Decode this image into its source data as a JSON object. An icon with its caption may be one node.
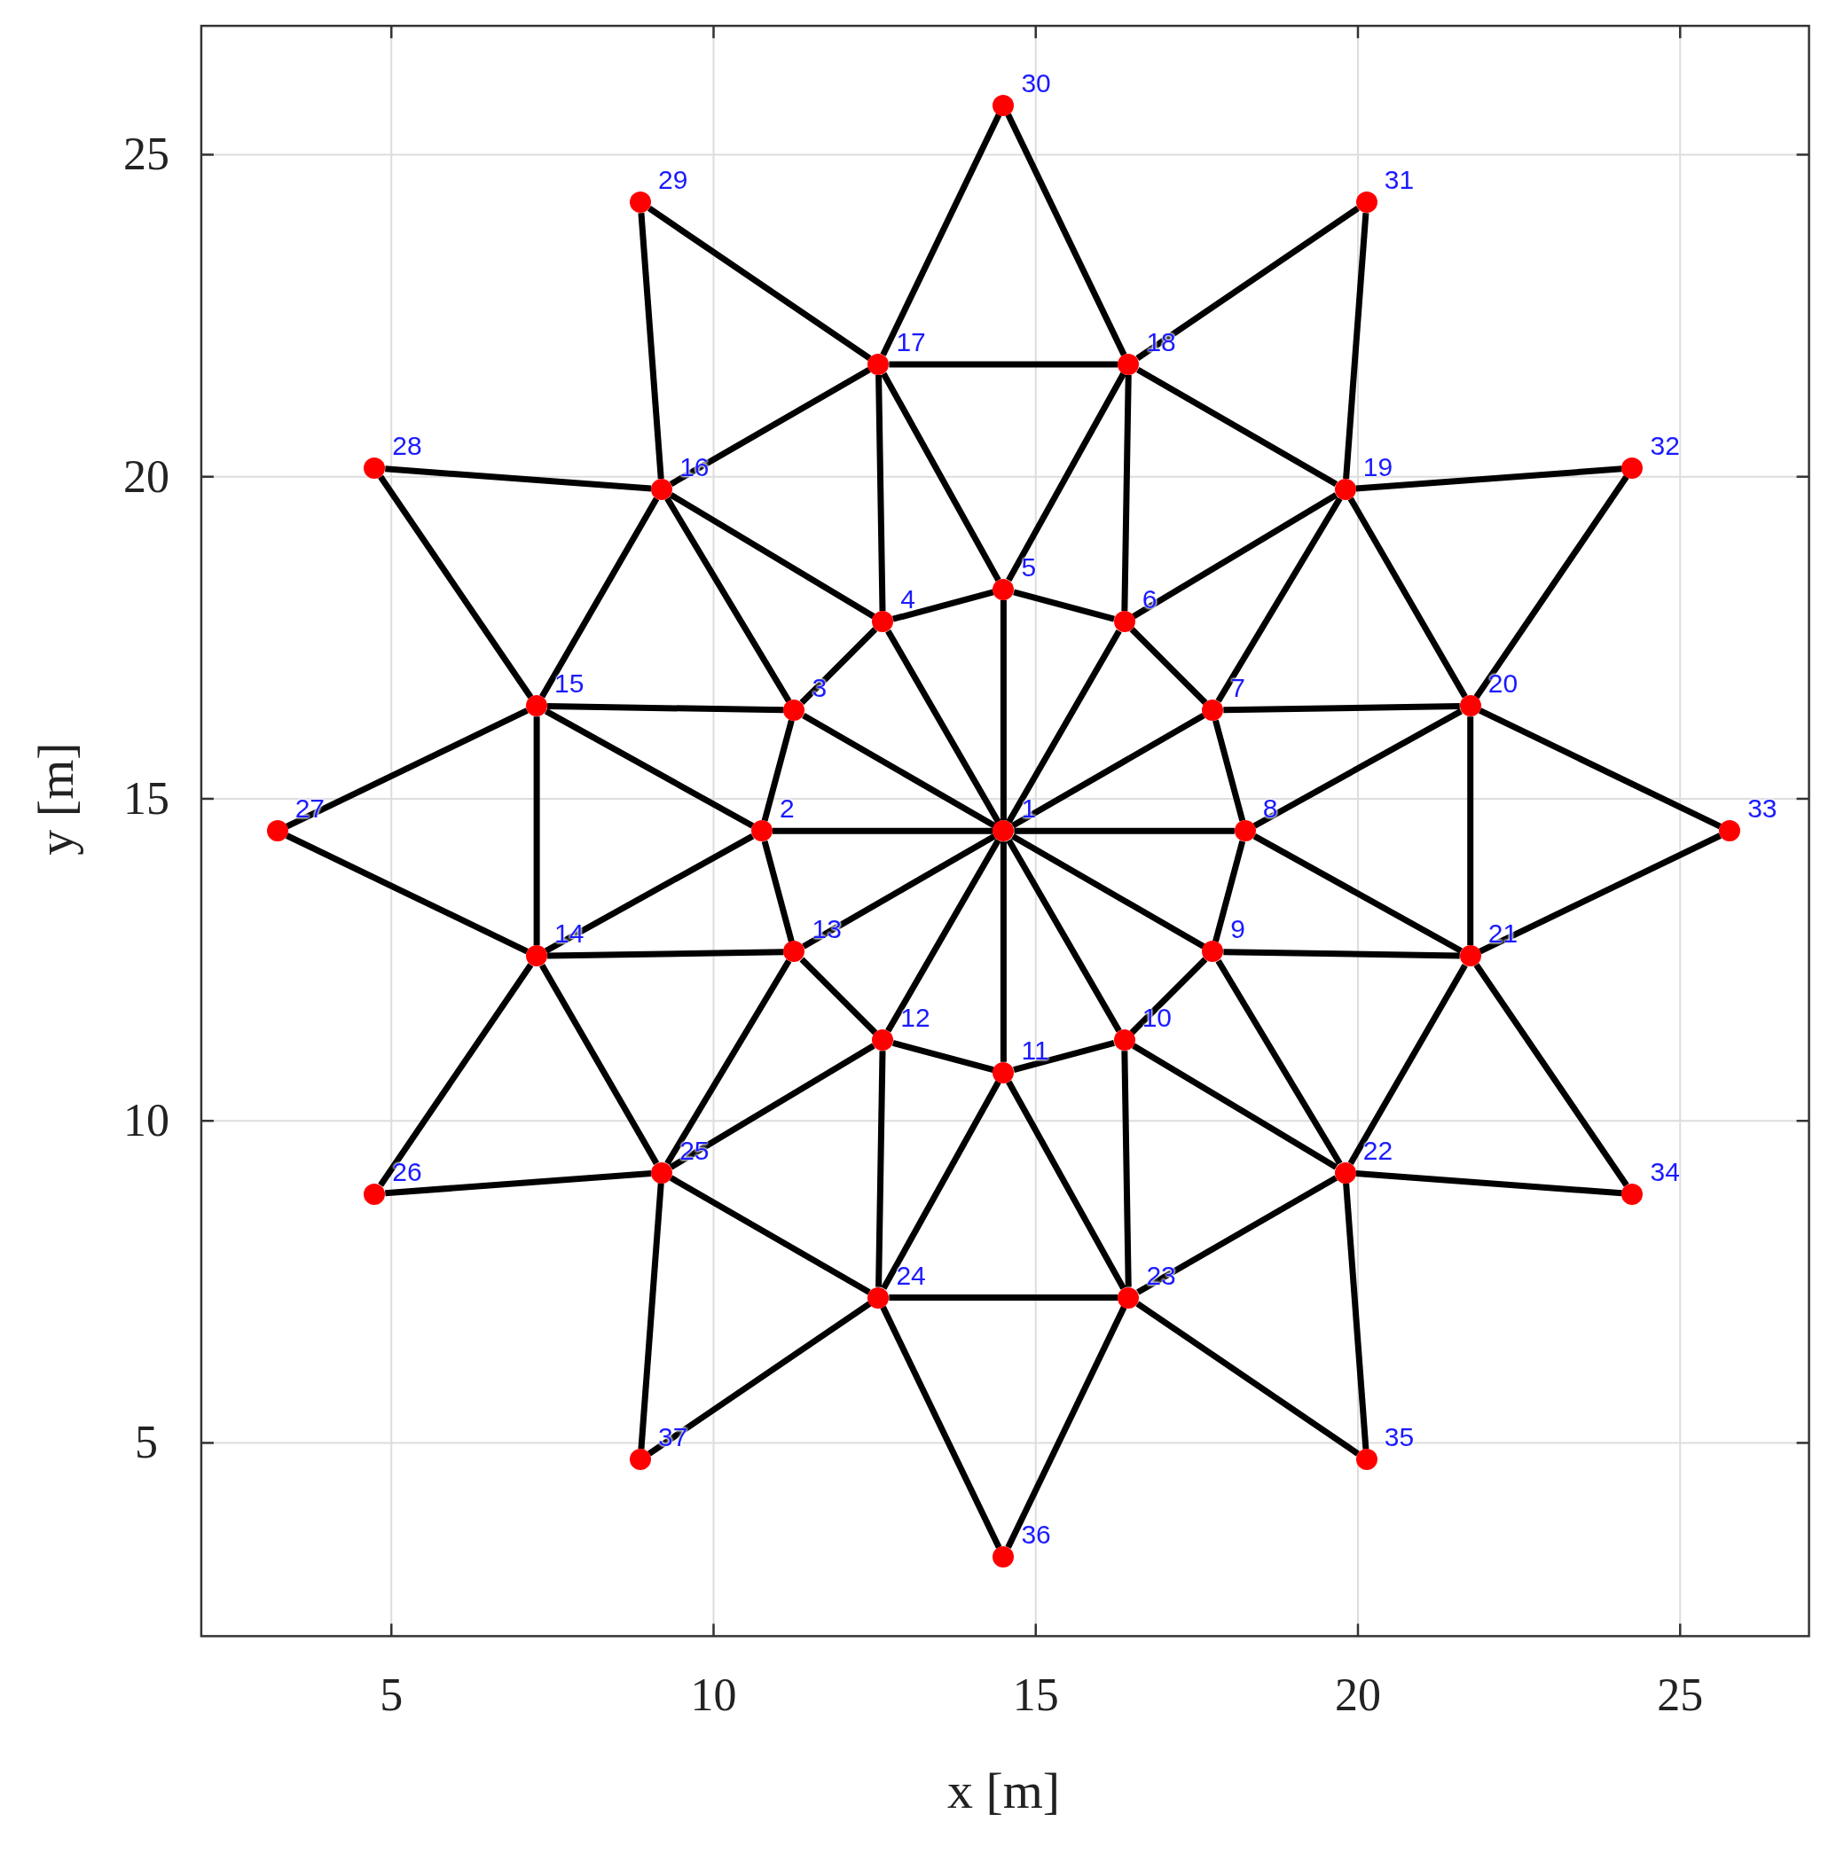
{
  "diagram": {
    "nodes": [
      {
        "text": [
          "1"
        ]
      },
      {
        "text": [
          "2"
        ]
      },
      {
        "text": [
          "3"
        ]
      },
      {
        "text": [
          "4"
        ]
      },
      {
        "text": [
          "5"
        ]
      },
      {
        "text": [
          "6"
        ]
      },
      {
        "text": [
          "7"
        ]
      },
      {
        "text": [
          "8"
        ]
      },
      {
        "text": [
          "9"
        ]
      },
      {
        "text": [
          "10"
        ]
      },
      {
        "text": [
          "11"
        ]
      },
      {
        "text": [
          "12"
        ]
      },
      {
        "text": [
          "13"
        ]
      },
      {
        "text": [
          "14"
        ]
      },
      {
        "text": [
          "15"
        ]
      },
      {
        "text": [
          "16"
        ]
      },
      {
        "text": [
          "17"
        ]
      },
      {
        "text": [
          "18"
        ]
      },
      {
        "text": [
          "19"
        ]
      },
      {
        "text": [
          "20"
        ]
      },
      {
        "text": [
          "21"
        ]
      },
      {
        "text": [
          "22"
        ]
      },
      {
        "text": [
          "23"
        ]
      },
      {
        "text": [
          "24"
        ]
      },
      {
        "text": [
          "25"
        ]
      },
      {
        "text": [
          "26"
        ]
      },
      {
        "text": [
          "27"
        ]
      },
      {
        "text": [
          "28"
        ]
      },
      {
        "text": [
          "29"
        ]
      },
      {
        "text": [
          "30"
        ]
      },
      {
        "text": [
          "31"
        ]
      },
      {
        "text": [
          "32"
        ]
      },
      {
        "text": [
          "33"
        ]
      },
      {
        "text": [
          "34"
        ]
      },
      {
        "text": [
          "35"
        ]
      },
      {
        "text": [
          "36"
        ]
      },
      {
        "text": [
          "37"
        ]
      }
    ],
    "edges": [
      {
        "from": 0,
        "to": 1,
        "arrow": "none"
      },
      {
        "from": 0,
        "to": 2,
        "arrow": "none"
      },
      {
        "from": 0,
        "to": 3,
        "arrow": "none"
      },
      {
        "from": 0,
        "to": 4,
        "arrow": "none"
      },
      {
        "from": 0,
        "to": 5,
        "arrow": "none"
      },
      {
        "from": 0,
        "to": 6,
        "arrow": "none"
      },
      {
        "from": 0,
        "to": 7,
        "arrow": "none"
      },
      {
        "from": 0,
        "to": 8,
        "arrow": "none"
      },
      {
        "from": 0,
        "to": 9,
        "arrow": "none"
      },
      {
        "from": 0,
        "to": 10,
        "arrow": "none"
      },
      {
        "from": 0,
        "to": 11,
        "arrow": "none"
      },
      {
        "from": 0,
        "to": 12,
        "arrow": "none"
      },
      {
        "from": 1,
        "to": 2,
        "arrow": "none"
      },
      {
        "from": 2,
        "to": 3,
        "arrow": "none"
      },
      {
        "from": 3,
        "to": 4,
        "arrow": "none"
      },
      {
        "from": 4,
        "to": 5,
        "arrow": "none"
      },
      {
        "from": 5,
        "to": 6,
        "arrow": "none"
      },
      {
        "from": 6,
        "to": 7,
        "arrow": "none"
      },
      {
        "from": 7,
        "to": 8,
        "arrow": "none"
      },
      {
        "from": 8,
        "to": 9,
        "arrow": "none"
      },
      {
        "from": 9,
        "to": 10,
        "arrow": "none"
      },
      {
        "from": 10,
        "to": 11,
        "arrow": "none"
      },
      {
        "from": 11,
        "to": 12,
        "arrow": "none"
      },
      {
        "from": 12,
        "to": 1,
        "arrow": "none"
      },
      {
        "from": 1,
        "to": 13,
        "arrow": "none"
      },
      {
        "from": 1,
        "to": 14,
        "arrow": "none"
      },
      {
        "from": 2,
        "to": 14,
        "arrow": "none"
      },
      {
        "from": 2,
        "to": 15,
        "arrow": "none"
      },
      {
        "from": 3,
        "to": 15,
        "arrow": "none"
      },
      {
        "from": 3,
        "to": 16,
        "arrow": "none"
      },
      {
        "from": 4,
        "to": 16,
        "arrow": "none"
      },
      {
        "from": 4,
        "to": 17,
        "arrow": "none"
      },
      {
        "from": 5,
        "to": 17,
        "arrow": "none"
      },
      {
        "from": 5,
        "to": 18,
        "arrow": "none"
      },
      {
        "from": 6,
        "to": 18,
        "arrow": "none"
      },
      {
        "from": 6,
        "to": 19,
        "arrow": "none"
      },
      {
        "from": 7,
        "to": 19,
        "arrow": "none"
      },
      {
        "from": 7,
        "to": 20,
        "arrow": "none"
      },
      {
        "from": 8,
        "to": 20,
        "arrow": "none"
      },
      {
        "from": 8,
        "to": 21,
        "arrow": "none"
      },
      {
        "from": 9,
        "to": 21,
        "arrow": "none"
      },
      {
        "from": 9,
        "to": 22,
        "arrow": "none"
      },
      {
        "from": 10,
        "to": 22,
        "arrow": "none"
      },
      {
        "from": 10,
        "to": 23,
        "arrow": "none"
      },
      {
        "from": 11,
        "to": 23,
        "arrow": "none"
      },
      {
        "from": 11,
        "to": 24,
        "arrow": "none"
      },
      {
        "from": 12,
        "to": 24,
        "arrow": "none"
      },
      {
        "from": 12,
        "to": 13,
        "arrow": "none"
      },
      {
        "from": 13,
        "to": 14,
        "arrow": "none"
      },
      {
        "from": 14,
        "to": 15,
        "arrow": "none"
      },
      {
        "from": 15,
        "to": 16,
        "arrow": "none"
      },
      {
        "from": 16,
        "to": 17,
        "arrow": "none"
      },
      {
        "from": 17,
        "to": 18,
        "arrow": "none"
      },
      {
        "from": 18,
        "to": 19,
        "arrow": "none"
      },
      {
        "from": 19,
        "to": 20,
        "arrow": "none"
      },
      {
        "from": 20,
        "to": 21,
        "arrow": "none"
      },
      {
        "from": 21,
        "to": 22,
        "arrow": "none"
      },
      {
        "from": 22,
        "to": 23,
        "arrow": "none"
      },
      {
        "from": 23,
        "to": 24,
        "arrow": "none"
      },
      {
        "from": 24,
        "to": 13,
        "arrow": "none"
      },
      {
        "from": 26,
        "to": 13,
        "arrow": "none"
      },
      {
        "from": 26,
        "to": 14,
        "arrow": "none"
      },
      {
        "from": 27,
        "to": 14,
        "arrow": "none"
      },
      {
        "from": 27,
        "to": 15,
        "arrow": "none"
      },
      {
        "from": 28,
        "to": 15,
        "arrow": "none"
      },
      {
        "from": 28,
        "to": 16,
        "arrow": "none"
      },
      {
        "from": 29,
        "to": 16,
        "arrow": "none"
      },
      {
        "from": 29,
        "to": 17,
        "arrow": "none"
      },
      {
        "from": 30,
        "to": 17,
        "arrow": "none"
      },
      {
        "from": 30,
        "to": 18,
        "arrow": "none"
      },
      {
        "from": 31,
        "to": 18,
        "arrow": "none"
      },
      {
        "from": 31,
        "to": 19,
        "arrow": "none"
      },
      {
        "from": 32,
        "to": 19,
        "arrow": "none"
      },
      {
        "from": 32,
        "to": 20,
        "arrow": "none"
      },
      {
        "from": 33,
        "to": 20,
        "arrow": "none"
      },
      {
        "from": 33,
        "to": 21,
        "arrow": "none"
      },
      {
        "from": 34,
        "to": 21,
        "arrow": "none"
      },
      {
        "from": 34,
        "to": 22,
        "arrow": "none"
      },
      {
        "from": 35,
        "to": 22,
        "arrow": "none"
      },
      {
        "from": 35,
        "to": 23,
        "arrow": "none"
      },
      {
        "from": 36,
        "to": 23,
        "arrow": "none"
      },
      {
        "from": 36,
        "to": 24,
        "arrow": "none"
      },
      {
        "from": 25,
        "to": 24,
        "arrow": "none"
      },
      {
        "from": 25,
        "to": 13,
        "arrow": "none"
      }
    ],
    "labels": [
      "25",
      "20",
      "15",
      "10",
      "5",
      "y [m]",
      "5",
      "10",
      "15",
      "20",
      "25",
      "x [m]"
    ]
  }
}
